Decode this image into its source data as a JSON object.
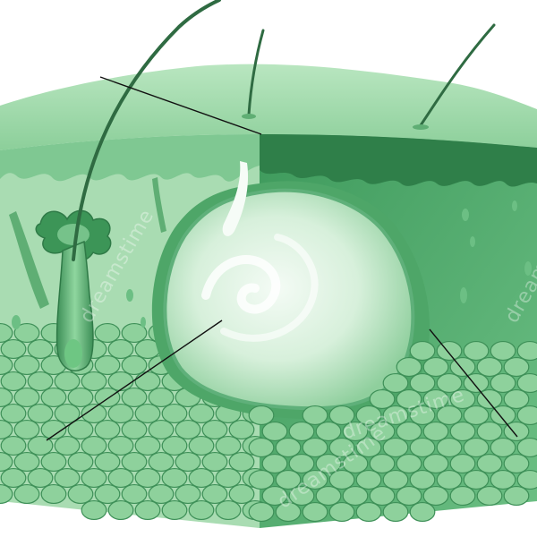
{
  "diagram": {
    "subject": "skin cross-section with cyst",
    "watermark_text": "dreamstime",
    "colors": {
      "background": "#ffffff",
      "skin_top": "#a6dcb0",
      "skin_top_dark": "#5fb07a",
      "dermis_light": "#b4e2bd",
      "dermis_right": "#4fa86a",
      "fat_cells": "#8ed19c",
      "fat_cell_edge": "#3d8f57",
      "cyst_core": "#ecf8ee",
      "cyst_wall": "#6bbf81",
      "hair": "#3b7d4e",
      "pointer_lines": "#111111"
    },
    "pointers": [
      {
        "id": "pointer-epidermis",
        "target": "epidermis surface"
      },
      {
        "id": "pointer-cyst-core",
        "target": "cyst contents"
      },
      {
        "id": "pointer-cyst-wall",
        "target": "cyst wall"
      }
    ],
    "icons": [
      "hair-icon",
      "hair-follicle-icon",
      "sebaceous-gland-icon",
      "fat-cell-icon",
      "cyst-icon"
    ]
  }
}
